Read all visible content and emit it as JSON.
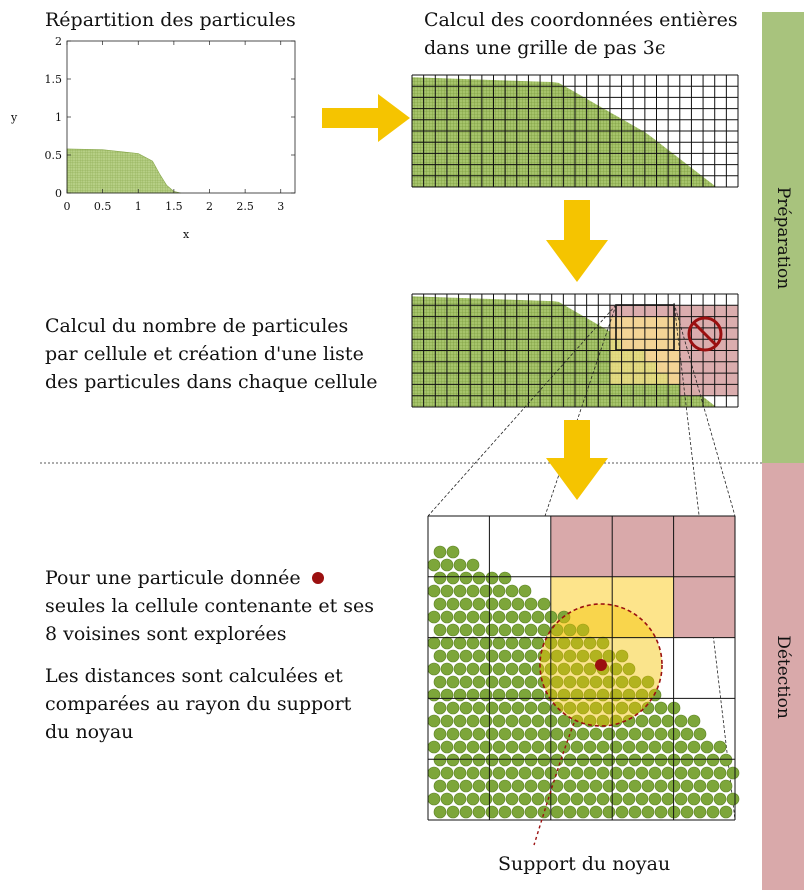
{
  "colors": {
    "arrow": "#f5c400",
    "grid_fill": "#8db04a",
    "excluded_cell": "#d9a9aa",
    "neighbor_cell": "#fde48b",
    "particle": "#7da63a",
    "particle_edge": "#5b8024",
    "target_particle": "#9b1010",
    "prep_band": "#a8c37d",
    "detect_band": "#d9a9aa"
  },
  "step1": {
    "title": "Répartition des particules"
  },
  "step2": {
    "title_line1": "Calcul des coordonnées entières",
    "title_line2": "dans une grille de pas 3ϵ"
  },
  "step3": {
    "line1": "Calcul du nombre de particules",
    "line2": "par cellule et création d'une liste",
    "line3": "des particules dans chaque cellule"
  },
  "step4": {
    "para1_line1": "Pour une particule donnée",
    "para1_line2": "seules la cellule contenante et ses",
    "para1_line3": "8 voisines sont explorées",
    "para2_line1": "Les distances sont calculées et",
    "para2_line2": "comparées au rayon du support",
    "para2_line3": "du noyau"
  },
  "kernel_label": "Support du noyau",
  "bands": {
    "preparation": "Préparation",
    "detection": "Détection"
  },
  "icons": [
    "arrow-right-icon",
    "arrow-down-icon",
    "forbidden-icon"
  ],
  "chart_data": {
    "type": "area",
    "xlabel": "x",
    "ylabel": "y",
    "xlim": [
      0,
      3.2
    ],
    "ylim": [
      0,
      2
    ],
    "xticks": [
      "0",
      "0.5",
      "1",
      "1.5",
      "2",
      "2.5",
      "3"
    ],
    "yticks": [
      "0",
      "0.5",
      "1",
      "1.5",
      "2"
    ],
    "x": [
      0,
      0.5,
      1.0,
      1.2,
      1.3,
      1.4,
      1.5,
      1.6
    ],
    "y": [
      0.58,
      0.57,
      0.52,
      0.42,
      0.25,
      0.1,
      0.02,
      0.0
    ]
  }
}
